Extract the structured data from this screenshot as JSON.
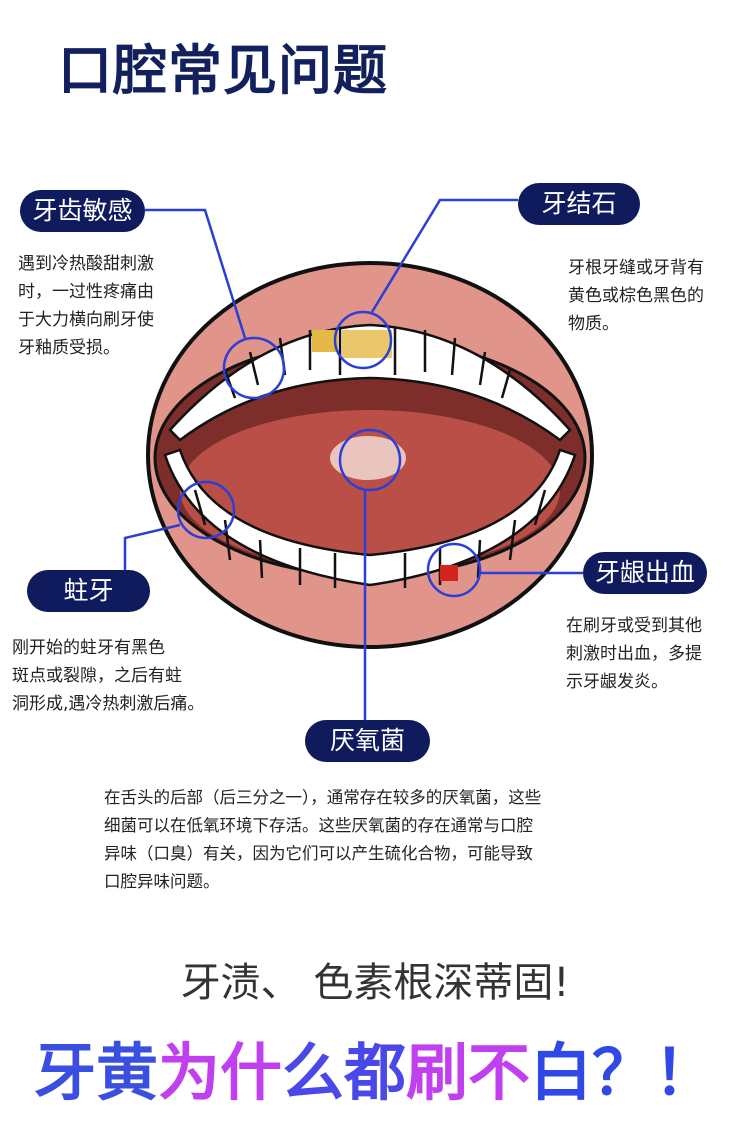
{
  "title": "口腔常见问题",
  "callouts": [
    {
      "label": "牙齿敏感",
      "desc": [
        "遇到冷热酸甜刺激",
        "时，一过性疼痛由",
        "于大力横向刷牙使",
        "牙釉质受损。"
      ]
    },
    {
      "label": "牙结石",
      "desc": [
        "牙根牙缝或牙背有",
        "黄色或棕色黑色的",
        "物质。"
      ]
    },
    {
      "label": "蛀牙",
      "desc": [
        "刚开始的蛀牙有黑色",
        "斑点或裂隙，之后有蛀",
        "洞形成,遇冷热刺激后痛。"
      ]
    },
    {
      "label": "牙龈出血",
      "desc": [
        "在刷牙或受到其他",
        "刺激时出血，多提",
        "示牙龈发炎。"
      ]
    },
    {
      "label": "厌氧菌",
      "desc": [
        "在舌头的后部（后三分之一），通常存在较多的厌氧菌，这些",
        "细菌可以在低氧环境下存活。这些厌氧菌的存在通常与口腔",
        "异味（口臭）有关，因为它们可以产生硫化合物，可能导致",
        "口腔异味问题。"
      ]
    }
  ],
  "subtitle": "牙渍、 色素根深蒂固!",
  "headline": [
    "牙黄",
    "为什",
    "么都",
    "刷不",
    "白？！"
  ],
  "colors": {
    "navy": "#0f1b5c",
    "line": "#2a3fd6",
    "lip": "#e0948a",
    "mouth": "#a94a42"
  }
}
